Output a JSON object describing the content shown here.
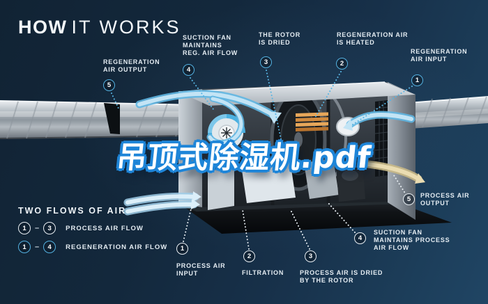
{
  "title": {
    "bold": "HOW",
    "light": "IT WORKS"
  },
  "watermark": "吊顶式除湿机.pdf",
  "callouts": [
    {
      "id": "reg-air-output",
      "num": "5",
      "lines": [
        "REGENERATION",
        "AIR OUTPUT"
      ]
    },
    {
      "id": "suction-fan-reg",
      "num": "4",
      "lines": [
        "SUCTION FAN",
        "MAINTAINS",
        "REG. AIR FLOW"
      ]
    },
    {
      "id": "rotor-is-dried",
      "num": "3",
      "lines": [
        "THE ROTOR",
        "IS DRIED"
      ]
    },
    {
      "id": "reg-air-heated",
      "num": "2",
      "lines": [
        "REGENERATION AIR",
        "IS HEATED"
      ]
    },
    {
      "id": "reg-air-input",
      "num": "1",
      "lines": [
        "REGENERATION",
        "AIR INPUT"
      ]
    },
    {
      "id": "process-air-input",
      "num": "1",
      "lines": [
        "PROCESS AIR",
        "INPUT"
      ]
    },
    {
      "id": "filtration",
      "num": "2",
      "lines": [
        "FILTRATION"
      ]
    },
    {
      "id": "process-air-dried",
      "num": "3",
      "lines": [
        "PROCESS AIR IS DRIED",
        "BY THE ROTOR"
      ]
    },
    {
      "id": "suction-fan-process",
      "num": "4",
      "lines": [
        "SUCTION FAN",
        "MAINTAINS PROCESS",
        "AIR FLOW"
      ]
    },
    {
      "id": "process-air-output",
      "num": "5",
      "lines": [
        "PROCESS AIR",
        "OUTPUT"
      ]
    }
  ],
  "legend": {
    "title": "TWO FLOWS OF AIR",
    "dash": "–",
    "rows": [
      {
        "from": "1",
        "to": "3",
        "label": "PROCESS AIR FLOW",
        "ring": "white"
      },
      {
        "from": "1",
        "to": "4",
        "label": "REGENERATION AIR FLOW",
        "ring": "cyan"
      }
    ]
  },
  "colors": {
    "background_navy": "#13283C",
    "accent_cyan": "#54B2E2",
    "arrow_light_blue": "#C3E4F5",
    "arrow_cream": "#EADCB1",
    "heater_orange": "#E0974C",
    "watermark_outline_blue": "#1E85D8",
    "text_white": "#E4ECF2"
  }
}
